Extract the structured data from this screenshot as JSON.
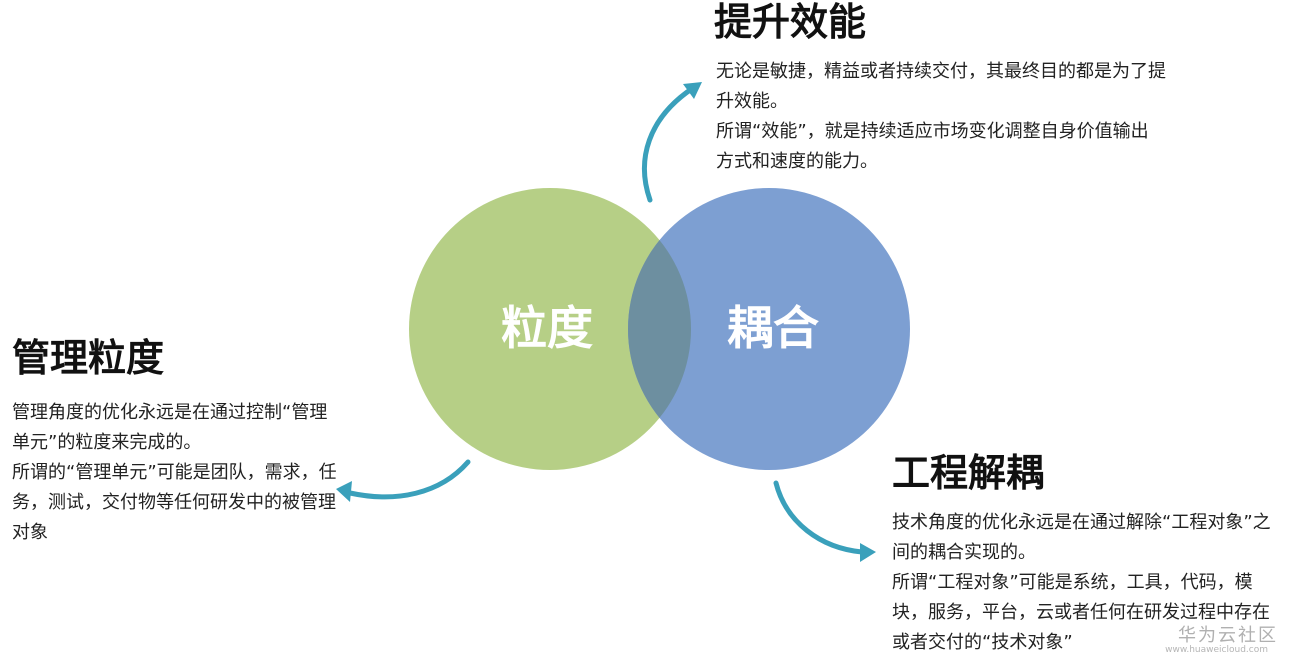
{
  "circles": {
    "left_label": "粒度",
    "right_label": "耦合",
    "left_color": "#b6cf86",
    "right_color": "#7d9fd2",
    "overlap_color": "#6d8fa0"
  },
  "arrow_color": "#3aa0bb",
  "top": {
    "heading": "提升效能",
    "paragraphs": [
      "无论是敏捷，精益或者持续交付，其最终目的都是为了提升效能。",
      "所谓“效能”，就是持续适应市场变化调整自身价值输出方式和速度的能力。"
    ]
  },
  "left": {
    "heading": "管理粒度",
    "paragraphs": [
      "管理角度的优化永远是在通过控制“管理单元”的粒度来完成的。",
      "所谓的“管理单元”可能是团队，需求，任务，测试，交付物等任何研发中的被管理对象"
    ]
  },
  "right": {
    "heading": "工程解耦",
    "paragraphs": [
      "技术角度的优化永远是在通过解除“工程对象”之间的耦合实现的。",
      "所谓“工程对象”可能是系统，工具，代码，模块，服务，平台，云或者任何在研发过程中存在或者交付的“技术对象”"
    ]
  },
  "watermark": {
    "text": "华为云社区",
    "sub": "www.huaweicloud.com"
  }
}
